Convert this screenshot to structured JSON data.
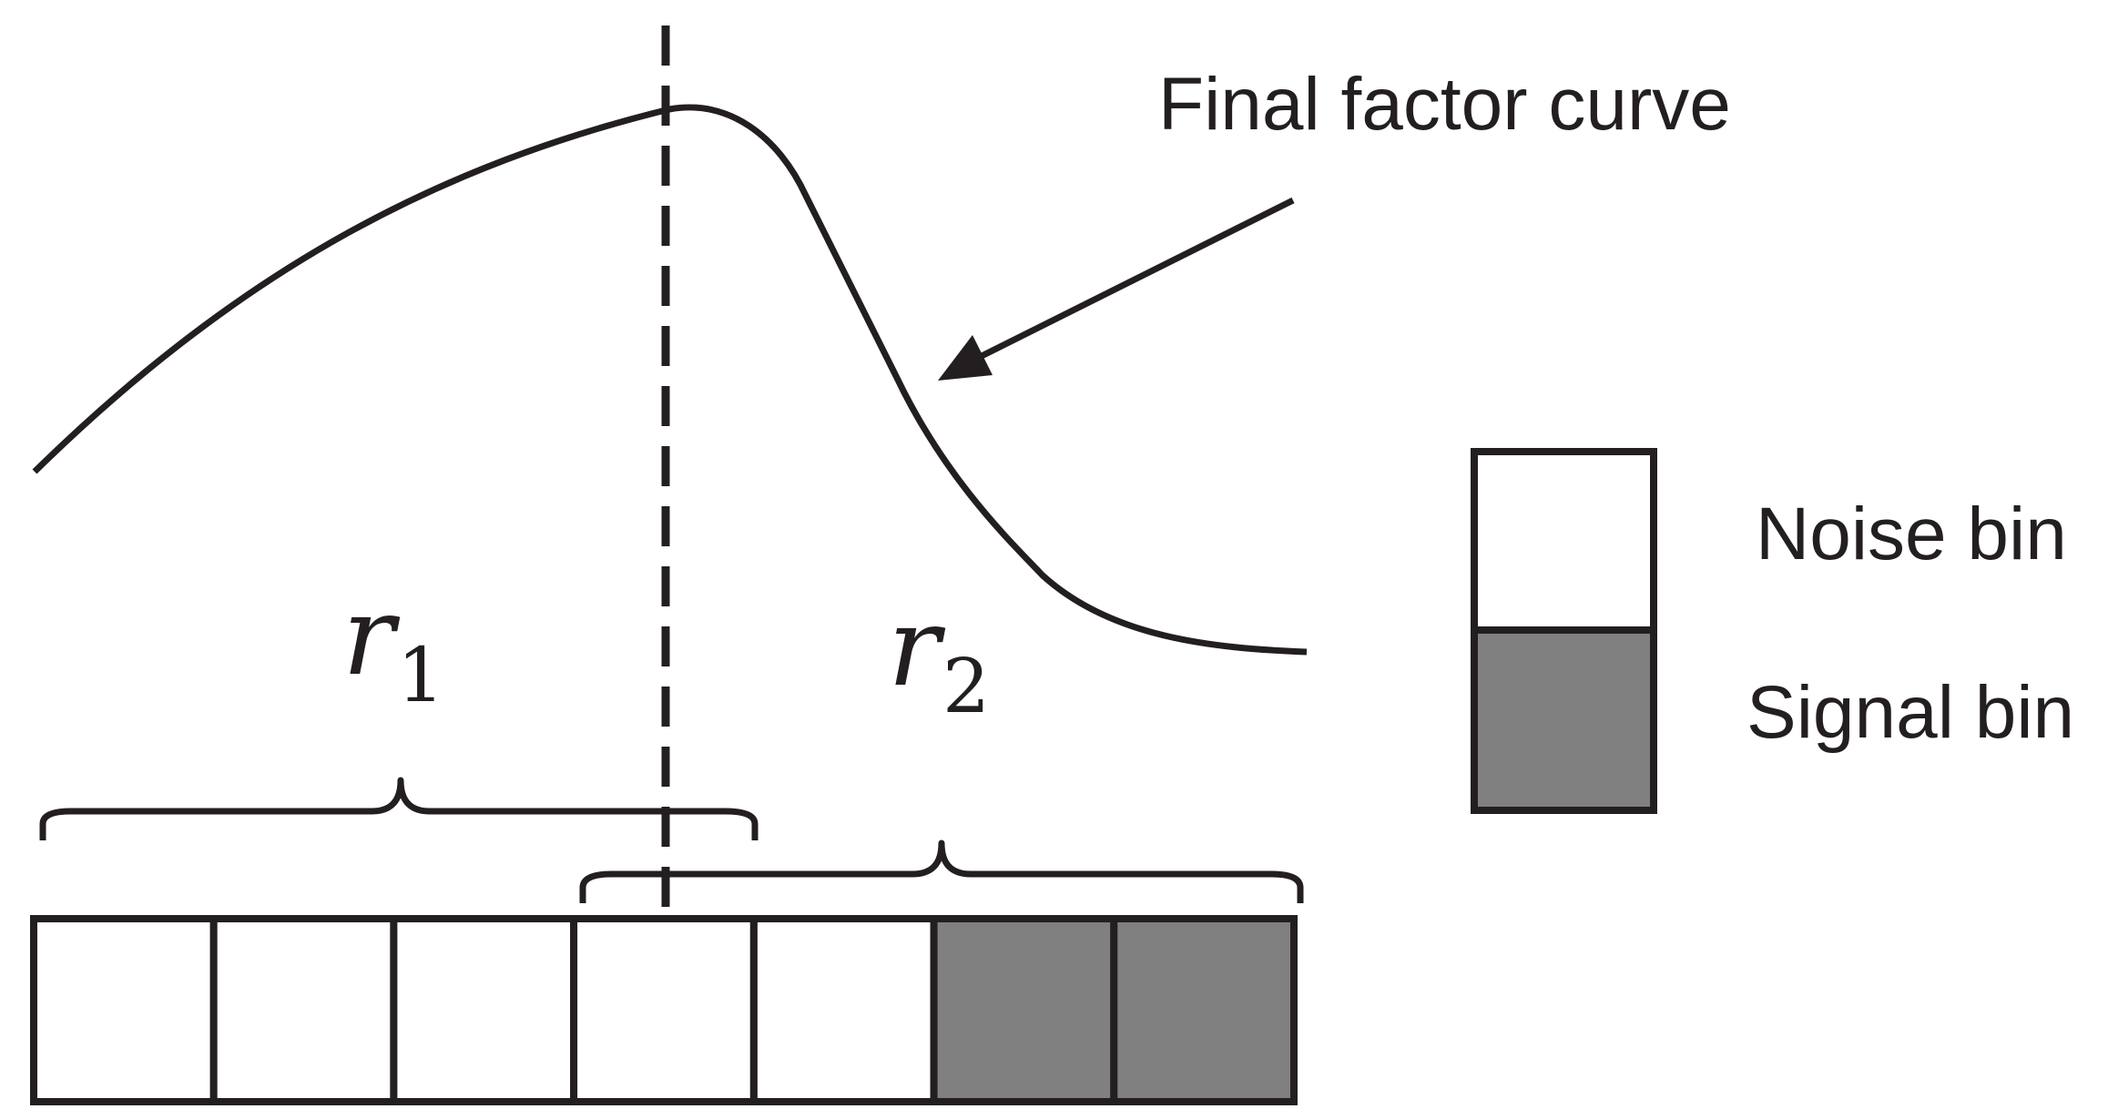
{
  "annotation": {
    "curve_label": "Final factor curve"
  },
  "ranges": [
    {
      "symbol": "r",
      "subscript": "1"
    },
    {
      "symbol": "r",
      "subscript": "2"
    }
  ],
  "bins": [
    {
      "kind": "noise"
    },
    {
      "kind": "noise"
    },
    {
      "kind": "noise"
    },
    {
      "kind": "noise"
    },
    {
      "kind": "noise"
    },
    {
      "kind": "signal"
    },
    {
      "kind": "signal"
    }
  ],
  "legend": {
    "noise_label": "Noise bin",
    "signal_label": "Signal bin"
  },
  "colors": {
    "noise_fill": "#ffffff",
    "signal_fill": "#808080",
    "stroke": "#231f20"
  }
}
